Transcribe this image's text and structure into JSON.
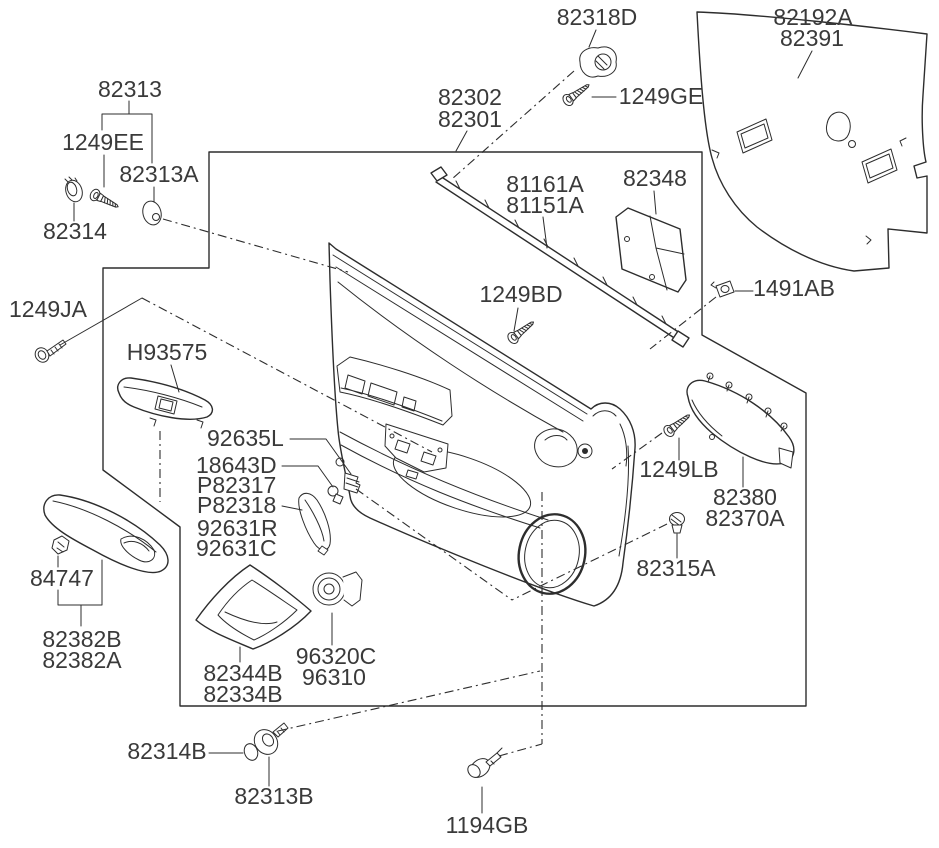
{
  "figure": {
    "type": "exploded-parts-diagram",
    "subject": "front door trim panel and related parts",
    "colors": {
      "line": "#2d2d2d",
      "text": "#3a3a3a",
      "background": "#ffffff"
    },
    "labels": {
      "p82313": "82313",
      "p1249EE": "1249EE",
      "p82313A": "82313A",
      "p82314": "82314",
      "p82318D": "82318D",
      "p1249GE": "1249GE",
      "p82302": "82302",
      "p82301": "82301",
      "p82192A": "82192A",
      "p82391": "82391",
      "p81161A": "81161A",
      "p81151A": "81151A",
      "p82348": "82348",
      "p1491AB": "1491AB",
      "p1249BD": "1249BD",
      "p1249JA": "1249JA",
      "pH93575": "H93575",
      "p92635L": "92635L",
      "p18643D": "18643D",
      "pP82317": "P82317",
      "pP82318": "P82318",
      "p92631R": "92631R",
      "p92631C": "92631C",
      "p1249LB": "1249LB",
      "p82380": "82380",
      "p82370A": "82370A",
      "p82315A": "82315A",
      "p84747": "84747",
      "p82382B": "82382B",
      "p82382A": "82382A",
      "p82344B": "82344B",
      "p82334B": "82334B",
      "p96320C": "96320C",
      "p96310": "96310",
      "p82314B": "82314B",
      "p82313B": "82313B",
      "p1194GB": "1194GB"
    }
  }
}
